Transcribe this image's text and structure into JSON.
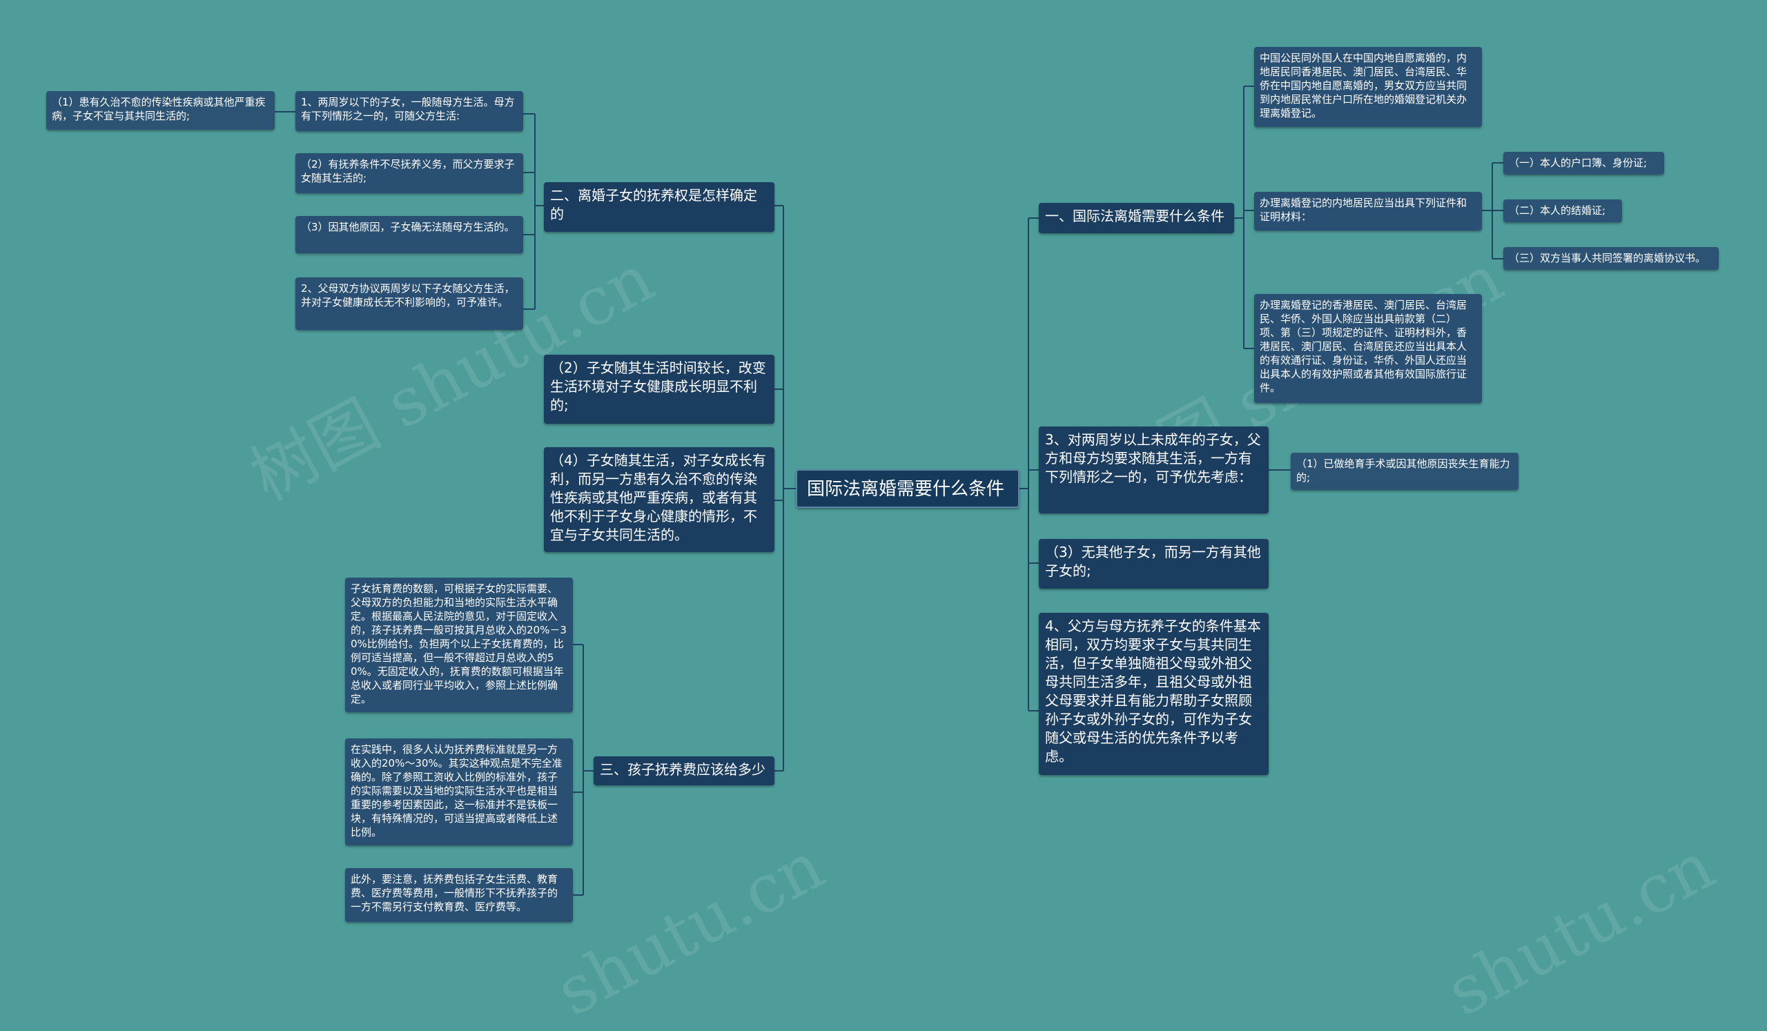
{
  "root": "国际法离婚需要什么条件",
  "watermark": [
    "树图 shutu.cn",
    "树图 shutu.cn",
    "shutu.cn",
    "shutu.cn"
  ],
  "left": {
    "custody_title": "二、离婚子女的抚养权是怎样确定的",
    "custody_items": [
      "1、两周岁以下的子女，一般随母方生活。母方有下列情形之一的，可随父方生活:",
      "（2）有抚养条件不尽抚养义务，而父方要求子女随其生活的;",
      "（3）因其他原因，子女确无法随母方生活的。",
      "2、父母双方协议两周岁以下子女随父方生活，并对子女健康成长无不利影响的，可予准许。"
    ],
    "custody_sub": "（1）患有久治不愈的传染性疾病或其他严重疾病，子女不宜与其共同生活的;",
    "item_2": "（2）子女随其生活时间较长，改变生活环境对子女健康成长明显不利的;",
    "item_4": "（4）子女随其生活，对子女成长有利，而另一方患有久治不愈的传染性疾病或其他严重疾病，或者有其他不利于子女身心健康的情形，不宜与子女共同生活的。",
    "support_title": "三、孩子抚养费应该给多少",
    "support_items": [
      "子女抚育费的数额，可根据子女的实际需要、父母双方的负担能力和当地的实际生活水平确定。根据最高人民法院的意见，对于固定收入的，孩子抚养费一般可按其月总收入的20%－30%比例给付。负担两个以上子女抚育费的，比例可适当提高，但一般不得超过月总收入的50%。无固定收入的，抚育费的数额可根据当年总收入或者同行业平均收入，参照上述比例确定。",
      "在实践中，很多人认为抚养费标准就是另一方收入的20%～30%。其实这种观点是不完全准确的。除了参照工资收入比例的标准外，孩子的实际需要以及当地的实际生活水平也是相当重要的参考因素因此，这一标准并不是铁板一块，有特殊情况的，可适当提高或者降低上述比例。",
      "此外，要注意，抚养费包括子女生活费、教育费、医疗费等费用，一般情形下不抚养孩子的一方不需另行支付教育费、医疗费等。"
    ]
  },
  "right": {
    "cond_title": "一、国际法离婚需要什么条件",
    "cond_items": [
      "中国公民同外国人在中国内地自愿离婚的，内地居民同香港居民、澳门居民、台湾居民、华侨在中国内地自愿离婚的，男女双方应当共同到内地居民常住户口所在地的婚姻登记机关办理离婚登记。",
      "办理离婚登记的内地居民应当出具下列证件和证明材料：",
      "办理离婚登记的香港居民、澳门居民、台湾居民、华侨、外国人除应当出具前款第（二）项、第（三）项规定的证件、证明材料外，香港居民、澳门居民、台湾居民还应当出具本人的有效通行证、身份证，华侨、外国人还应当出具本人的有效护照或者其他有效国际旅行证件。"
    ],
    "docs": [
      "（一）本人的户口簿、身份证;",
      "（二）本人的结婚证;",
      "（三）双方当事人共同签署的离婚协议书。"
    ],
    "item_3_title": "3、对两周岁以上未成年的子女，父方和母方均要求随其生活，一方有下列情形之一的，可予优先考虑：",
    "item_3_sub": "（1）已做绝育手术或因其他原因丧失生育能力的;",
    "item_3b": "（3）无其他子女，而另一方有其他子女的;",
    "item_4b": "4、父方与母方抚养子女的条件基本相同，双方均要求子女与其共同生活，但子女单独随祖父母或外祖父母共同生活多年，且祖父母或外祖父母要求并且有能力帮助子女照顾孙子女或外孙子女的，可作为子女随父或母生活的优先条件予以考虑。"
  }
}
